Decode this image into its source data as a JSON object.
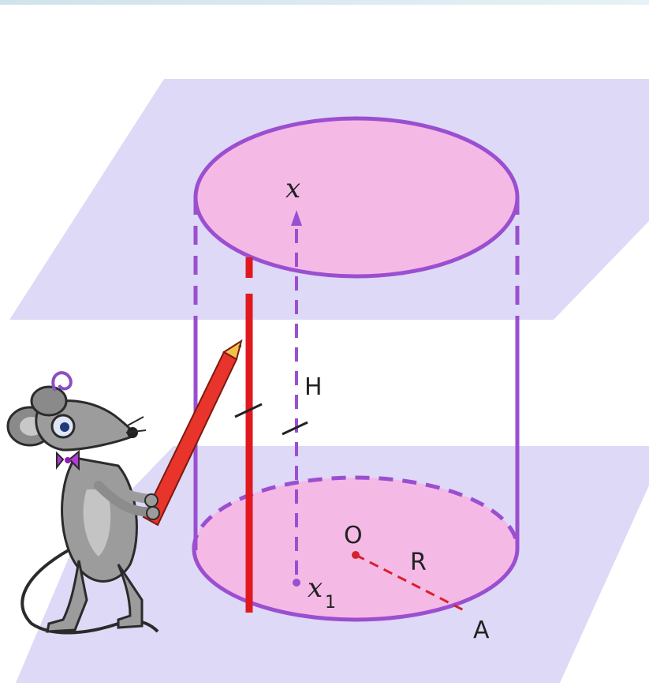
{
  "labels": {
    "axis_top": "x",
    "axis_bottom": "x",
    "axis_bottom_subscript": "1",
    "height": "H",
    "center": "O",
    "radius": "R",
    "point": "A"
  },
  "colors": {
    "plane": "#ddd9f6",
    "cap": "#f5b9e6",
    "outline": "#9b4fd0",
    "generator": "#e0191f",
    "radius": "#d8202a"
  },
  "icons": {
    "character": "mouse-with-pencil-icon"
  }
}
